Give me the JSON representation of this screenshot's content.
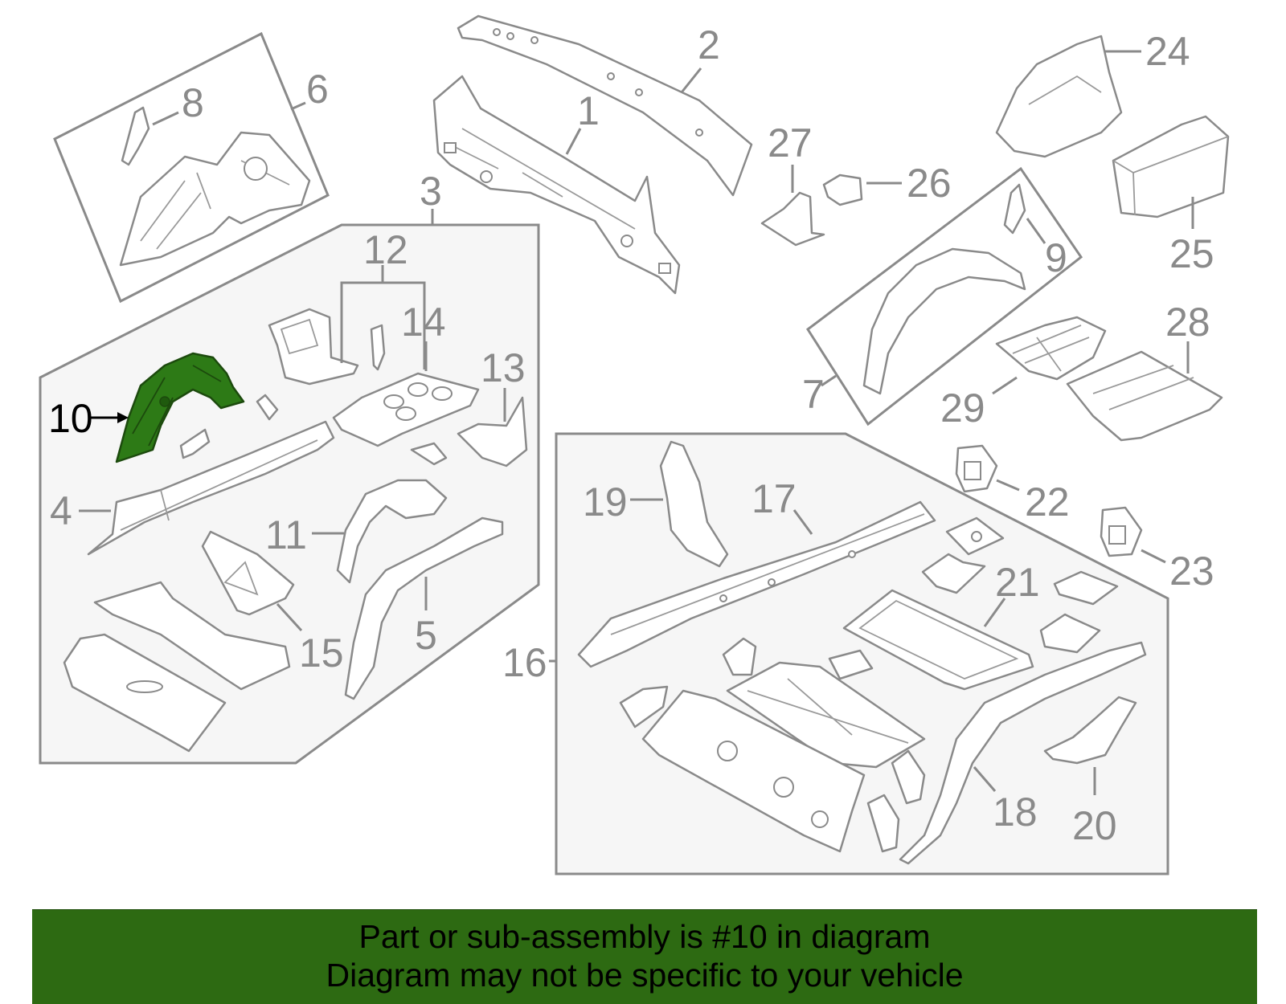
{
  "colors": {
    "highlight": "#2d7a16",
    "banner": "#2d6a12",
    "line": "#8a8a8a",
    "panel": "#f6f6f6"
  },
  "callouts": {
    "c1": "1",
    "c2": "2",
    "c3": "3",
    "c4": "4",
    "c5": "5",
    "c6": "6",
    "c7": "7",
    "c8": "8",
    "c9": "9",
    "c10": "10",
    "c11": "11",
    "c12": "12",
    "c13": "13",
    "c14": "14",
    "c15": "15",
    "c16": "16",
    "c17": "17",
    "c18": "18",
    "c19": "19",
    "c20": "20",
    "c21": "21",
    "c22": "22",
    "c23": "23",
    "c24": "24",
    "c25": "25",
    "c26": "26",
    "c27": "27",
    "c28": "28",
    "c29": "29"
  },
  "highlighted_part": "10",
  "banner": {
    "line1": "Part or sub-assembly is #10 in diagram",
    "line2": "Diagram may not be specific to your vehicle"
  }
}
